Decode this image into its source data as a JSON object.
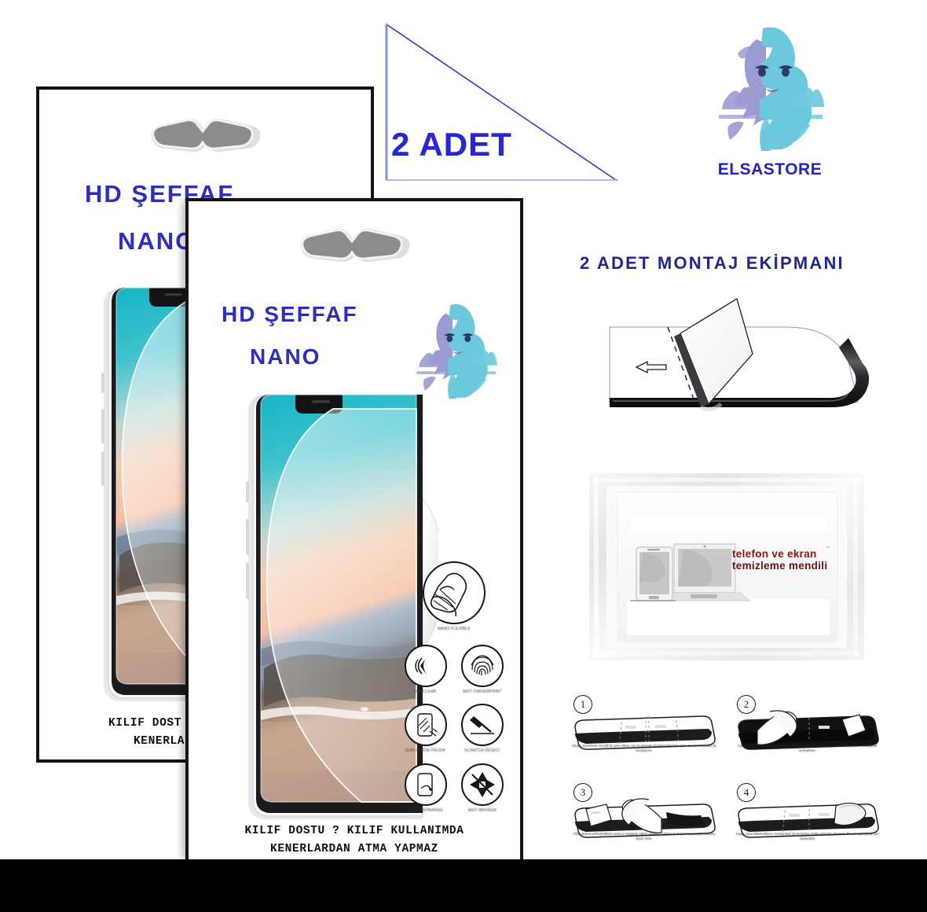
{
  "badge": {
    "label": "2 ADET",
    "color": "#2727d6"
  },
  "brand": {
    "name": "ELSASTORE",
    "mark": "elsa-portrait-icon",
    "color": "#2222c8",
    "mark_colors": {
      "cyan": "#6cc9dd",
      "violet": "#9a9bd2"
    }
  },
  "package_back": {
    "title_line1": "HD ŞEFFAF",
    "title_line2": "NANO",
    "footer_line1": "KILIF DOST",
    "footer_line2": "KENERLA",
    "hang_hole": "chevron-hang-hole",
    "title_color": "#2f2fbe"
  },
  "package_front": {
    "title_line1": "HD ŞEFFAF",
    "title_line2": "NANO",
    "footer_line1": "KILIF DOSTU ? KILIF KULLANIMDA",
    "footer_line2": "KENERLARDAN ATMA YAPMAZ",
    "hang_hole": "chevron-hang-hole",
    "title_color": "#2f2fbe",
    "features": [
      {
        "icon": "hand-flex-film-icon",
        "caption": "NANO FLEXIBLE"
      },
      {
        "icon": "sound-wave-icon",
        "caption": "HD CLEAR"
      },
      {
        "icon": "fingerprint-icon",
        "caption": "ANTI FINGERPRINT"
      },
      {
        "icon": "shatter-resist-icon",
        "caption": "EXPLOSION PROOF"
      },
      {
        "icon": "hammer-strike-icon",
        "caption": "SCRATCH RESIST"
      },
      {
        "icon": "self-heal-icon",
        "caption": "SELF REPAIRING"
      },
      {
        "icon": "no-break-glass-icon",
        "caption": "ANTI BROKEN"
      }
    ]
  },
  "phone_art": {
    "wallpaper": "sunset-beach",
    "sky_top": "#18b6c8",
    "sky_mid": "#f7c9ab",
    "sunset": "#f5b69b",
    "ocean": "#8a9bb0",
    "rock": "#6d6257",
    "sand": "#c9a892",
    "film_overlay": "peeling-screen-protector"
  },
  "montage": {
    "title": "2 ADET MONTAJ EKİPMANI",
    "title_color": "#24248e",
    "illustration": "squeegee-card-on-phone-edge",
    "arrow": "left-arrow-icon"
  },
  "wipe": {
    "line1": "telefon ve ekran",
    "line2": "temizleme mendili",
    "text_color": "#8e1216",
    "graphic": "phone-and-laptop-icon",
    "package": "foil-sachet"
  },
  "steps": {
    "numbers": [
      "1",
      "2",
      "3",
      "4"
    ],
    "bodies": [
      "Ekranı temizleme mendili ile iyice siliniz, toz ve parmak izi kalmadığından emin olunuz. Kuru bez ile kurulayınız.",
      "Koruyucu filmin 1 numaralı etiketini çekerek yapışkan yüzeyi açınız ve ekran üstüne hizalayarak yerleştiriniz.",
      "Filmi ekrana yerleştirdikten sonra 2 numaralı etiketi yavaşça çekiniz ve kart ile hava kabarcıklarını dışarı itiniz.",
      "Kalan hava kabarcıklarını montaj kartı ile kenarlara doğru sürerek çıkarınız, film 24 saat içinde tam oturacaktır."
    ]
  }
}
